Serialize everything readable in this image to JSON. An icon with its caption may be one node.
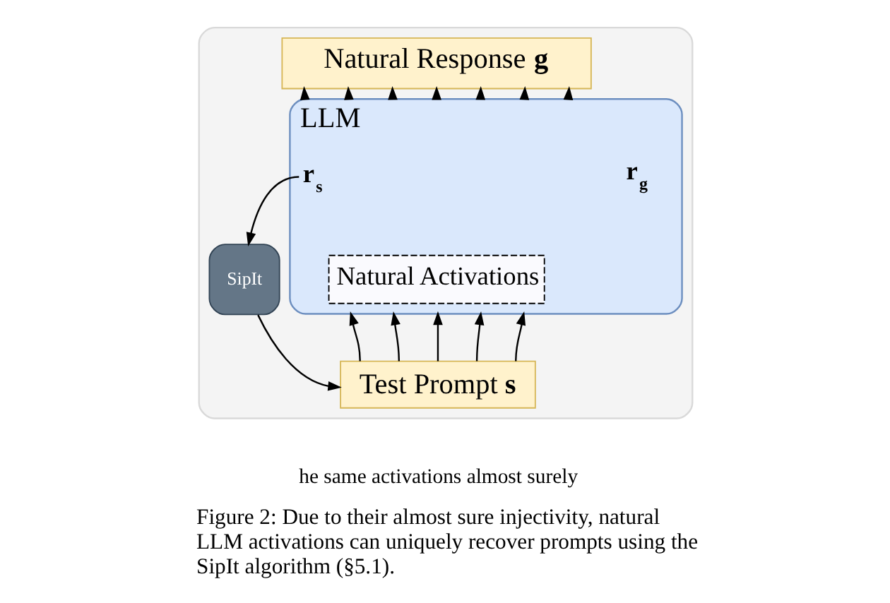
{
  "diagram": {
    "caption": "Figure 2: Due to their almost sure injectivity, natural LLM activations can uniquely recover prompts using the SipIt algorithm (§5.1).",
    "nodes": [
      {
        "text": [],
        "shape": "box"
      },
      {
        "text": [
          "Natural Response **g**"
        ],
        "in": 0
      },
      {
        "text": [
          "LLM"
        ],
        "in": 0
      },
      {
        "text": [
          "r$_{s}$"
        ],
        "in": 2
      },
      {
        "text": [
          "Natural Activations"
        ],
        "in": 2
      },
      {
        "text": [
          "SipIt"
        ],
        "in": 0
      },
      {
        "text": [
          "Test Prompt **s**"
        ],
        "in": 0
      }
    ],
    "edges": [
      {
        "from": 6,
        "to": 2,
        "arrow": "to"
      },
      {
        "from": 6,
        "to": 2,
        "arrow": "to"
      },
      {
        "from": 6,
        "to": 2,
        "arrow": "to"
      },
      {
        "from": 6,
        "to": 2,
        "arrow": "to"
      },
      {
        "from": 6,
        "to": 2,
        "arrow": "to"
      },
      {
        "from": 2,
        "to": 1,
        "arrow": "to"
      },
      {
        "from": 2,
        "to": 1,
        "arrow": "to"
      },
      {
        "from": 2,
        "to": 1,
        "arrow": "to"
      },
      {
        "from": 2,
        "to": 1,
        "arrow": "to"
      },
      {
        "from": 2,
        "to": 1,
        "arrow": "to"
      },
      {
        "from": 2,
        "to": 1,
        "arrow": "to"
      },
      {
        "from": 2,
        "to": 1,
        "arrow": "to"
      },
      {
        "from": 3,
        "to": 5,
        "arrow": "to"
      },
      {
        "from": 5,
        "to": 6,
        "arrow": "to"
      }
    ],
    "labels": [
      "r$_{g}$",
      "he same activations almost surely"
    ]
  }
}
